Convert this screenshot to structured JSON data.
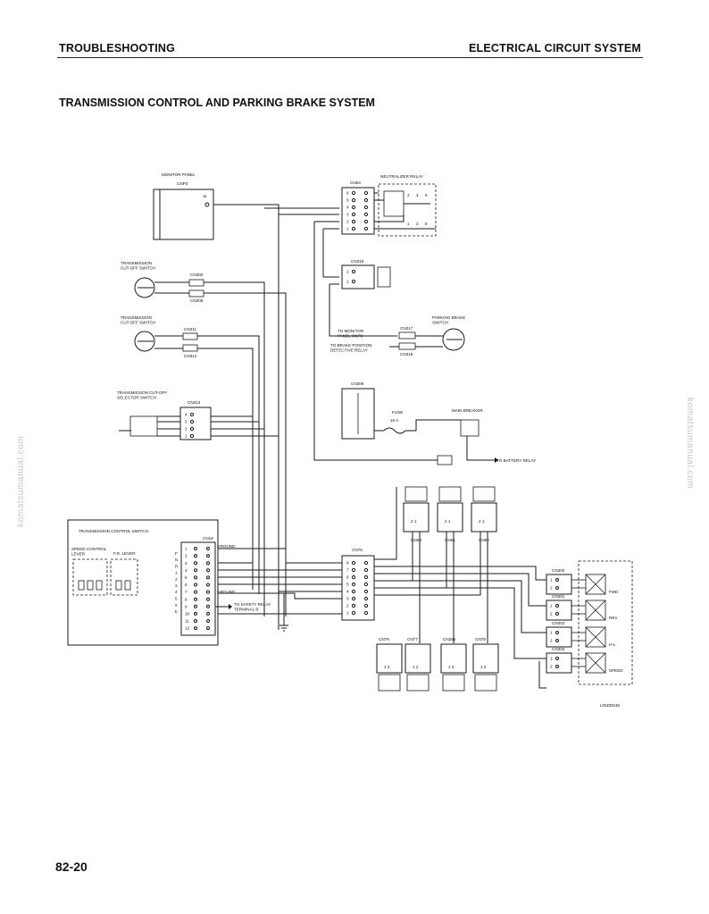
{
  "header": {
    "left": "TROUBLESHOOTING",
    "right": "ELECTRICAL CIRCUIT SYSTEM"
  },
  "page_title": "TRANSMISSION CONTROL AND PARKING BRAKE SYSTEM",
  "page_number": "82-20",
  "watermark": "komatsumanual.com",
  "diagram": {
    "figure_code": "L05DD045",
    "components": {
      "monitor_panel": "MONITOR PANEL",
      "monitor_panel_conn": "CNP3",
      "monitor_pin": "11",
      "neutralizer_relay": "NEUTRALIZER RELAY",
      "cn63": "CN63",
      "cn316": "CN316",
      "tc_switch_1": [
        "TRANSMISSION",
        "CUT-OFF SWITCH"
      ],
      "cn300": "CN300",
      "cn308_small": "CN308",
      "tc_switch_2": [
        "TRANSMISSION",
        "CUT-OFF SWITCH"
      ],
      "cn311": "CN311",
      "cn312": "CN312",
      "to_monitor": [
        "TO MONITOR",
        "PANEL CNP3"
      ],
      "to_brake": [
        "TO BRAKE POSITION",
        "DETECTIVE RELAY"
      ],
      "cn317": "CN317",
      "cn318": "CN318",
      "parking_brake_switch": [
        "PARKING BRAKE",
        "SWITCH"
      ],
      "tc_selector": [
        "TRANSMISSION CUT-OFF",
        "SELECTOR SWITCH"
      ],
      "cn313": "CN313",
      "cn306": "CN306",
      "fuse": "FUSE",
      "fuse_rating": "10 A",
      "main_breaker": "MAIN BREAKER",
      "to_battery_relay": "TO BATTERY RELAY",
      "tcs_title": "TRANSMISSION CONTROL SWITCH",
      "speed_lever": [
        "SPEED CONTROL",
        "LEVER"
      ],
      "fr_lever": "F.R. LEVER",
      "cn18": "CN18",
      "ground_1": "GROUND",
      "ground_2": "GROUND",
      "to_safety_relay": [
        "TO SAFETY RELAY",
        "TERMINAL B"
      ],
      "cn75": "CN75",
      "cn_top": [
        "CN6S",
        "CN81",
        "CN82"
      ],
      "cn_bottom": [
        "CN76",
        "CN77",
        "CN265",
        "CN79"
      ],
      "solenoid_conns": [
        "CN300",
        "CN301",
        "CN302",
        "CN303"
      ],
      "solenoids": [
        "FWD",
        "REV",
        "H-L",
        "SPEED"
      ]
    },
    "cn18_pins": [
      "1",
      "2",
      "3",
      "4",
      "5",
      "6",
      "7",
      "8",
      "9",
      "10",
      "11",
      "12"
    ],
    "cn18_side_marks": [
      "F",
      "N",
      "R",
      "1",
      "2",
      "3",
      "4",
      "5",
      "a",
      "b"
    ],
    "cn75_pins": [
      "8",
      "7",
      "6",
      "5",
      "4",
      "3",
      "2",
      "1"
    ],
    "cn63_pins": [
      "6",
      "5",
      "4",
      "3",
      "2",
      "1"
    ],
    "cn316_pins": [
      "2",
      "1"
    ],
    "cn313_pins": [
      "4",
      "3",
      "2",
      "1"
    ],
    "solenoid_pins": [
      "1",
      "2"
    ],
    "relay_pins": [
      "2",
      "4",
      "6",
      "1",
      "3",
      "5"
    ]
  }
}
